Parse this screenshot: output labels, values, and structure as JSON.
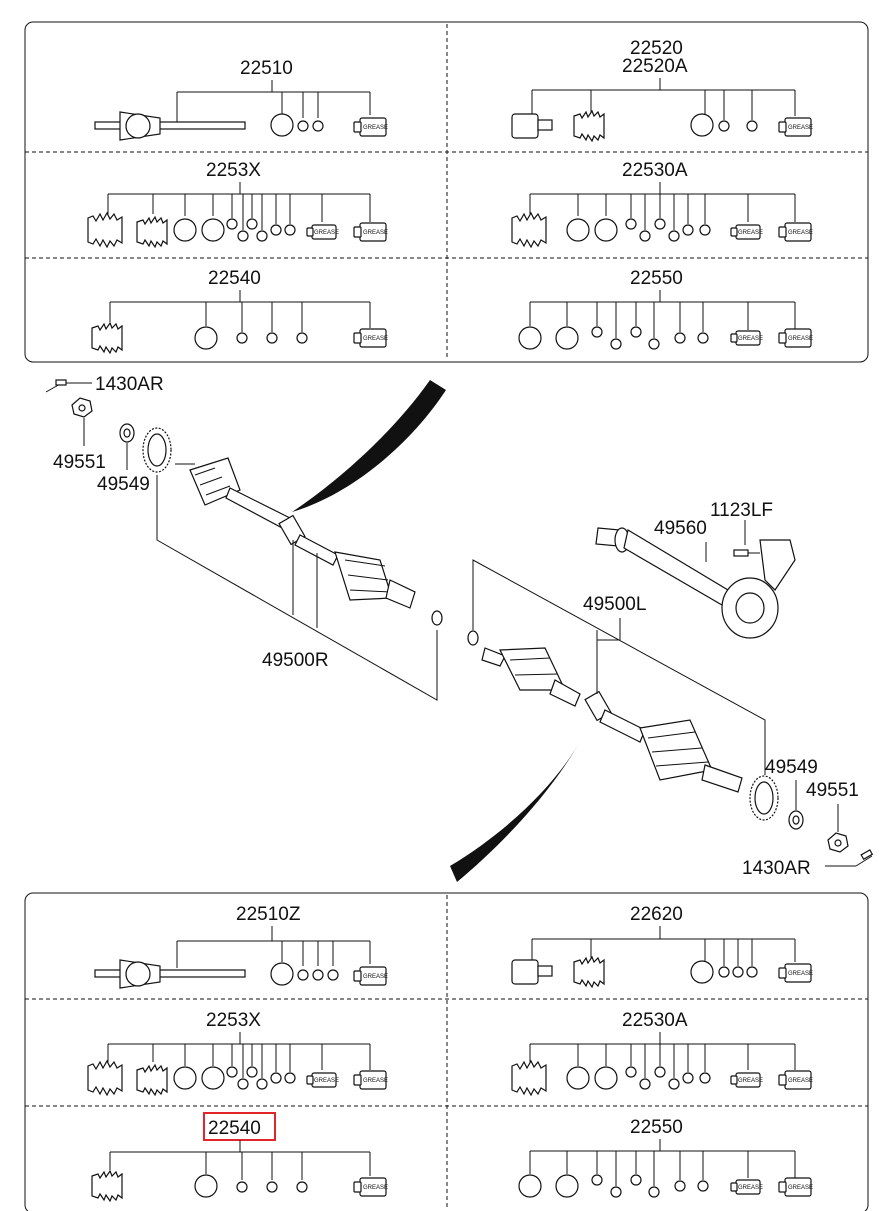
{
  "kits_top": [
    {
      "id": "kit-22510",
      "label": "22510"
    },
    {
      "id": "kit-22520",
      "label": "22520",
      "label2": "22520A"
    },
    {
      "id": "kit-2253x",
      "label": "2253X"
    },
    {
      "id": "kit-22530a",
      "label": "22530A"
    },
    {
      "id": "kit-22540",
      "label": "22540"
    },
    {
      "id": "kit-22550",
      "label": "22550"
    }
  ],
  "kits_bottom": [
    {
      "id": "kit-22510z",
      "label": "22510Z"
    },
    {
      "id": "kit-22620",
      "label": "22620"
    },
    {
      "id": "kit-2253x-b",
      "label": "2253X"
    },
    {
      "id": "kit-22530a-b",
      "label": "22530A"
    },
    {
      "id": "kit-22540-b",
      "label": "22540",
      "highlighted": true
    },
    {
      "id": "kit-22550-b",
      "label": "22550"
    }
  ],
  "grease_label": "GREASE",
  "middle_labels": {
    "bolt_left": "1430AR",
    "nut_left": "49551",
    "ring_left": "49549",
    "shaft_right": "49500R",
    "bolt_bracket": "1123LF",
    "intermediate_shaft": "49560",
    "shaft_left": "49500L",
    "ring_right": "49549",
    "nut_right": "49551",
    "bolt_right": "1430AR"
  },
  "highlight_color": "#e0262b"
}
